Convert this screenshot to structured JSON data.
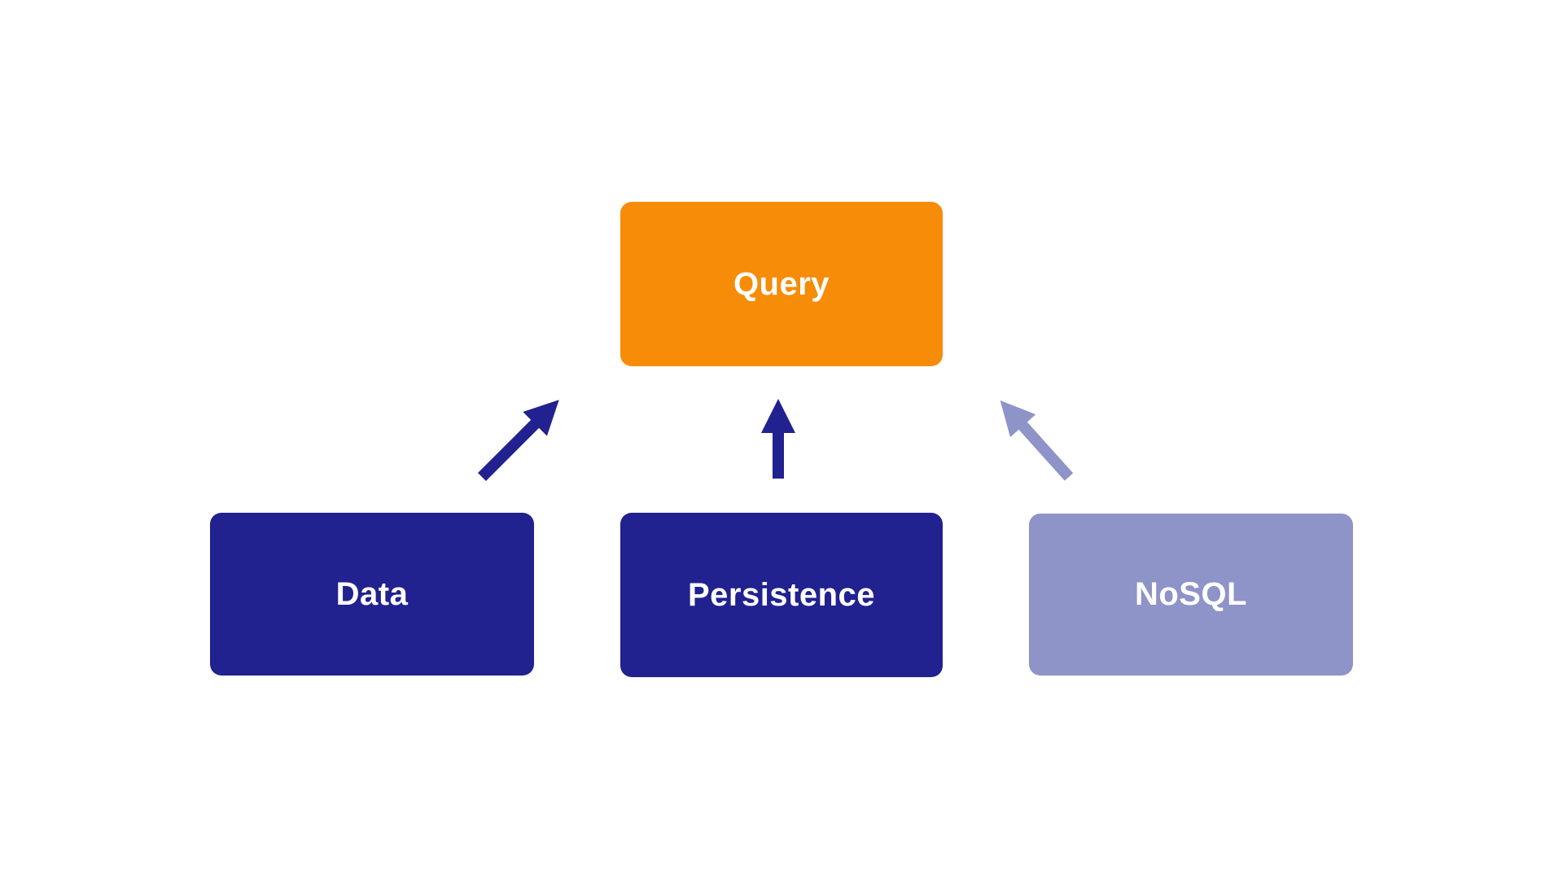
{
  "diagram": {
    "type": "block-diagram",
    "background_color": "#ffffff",
    "label_text_color": "#ffffff",
    "nodes": [
      {
        "id": "query",
        "label": "Query",
        "color": "#F78C08",
        "position": "top-center"
      },
      {
        "id": "data",
        "label": "Data",
        "color": "#212190",
        "position": "bottom-left"
      },
      {
        "id": "persistence",
        "label": "Persistence",
        "color": "#212190",
        "position": "bottom-center"
      },
      {
        "id": "nosql",
        "label": "NoSQL",
        "color": "#8E93C8",
        "position": "bottom-right"
      }
    ],
    "edges": [
      {
        "from": "data",
        "to": "query",
        "color": "#212190",
        "direction": "up-right"
      },
      {
        "from": "persistence",
        "to": "query",
        "color": "#212190",
        "direction": "up"
      },
      {
        "from": "nosql",
        "to": "query",
        "color": "#8E93C8",
        "direction": "up-left"
      }
    ]
  }
}
